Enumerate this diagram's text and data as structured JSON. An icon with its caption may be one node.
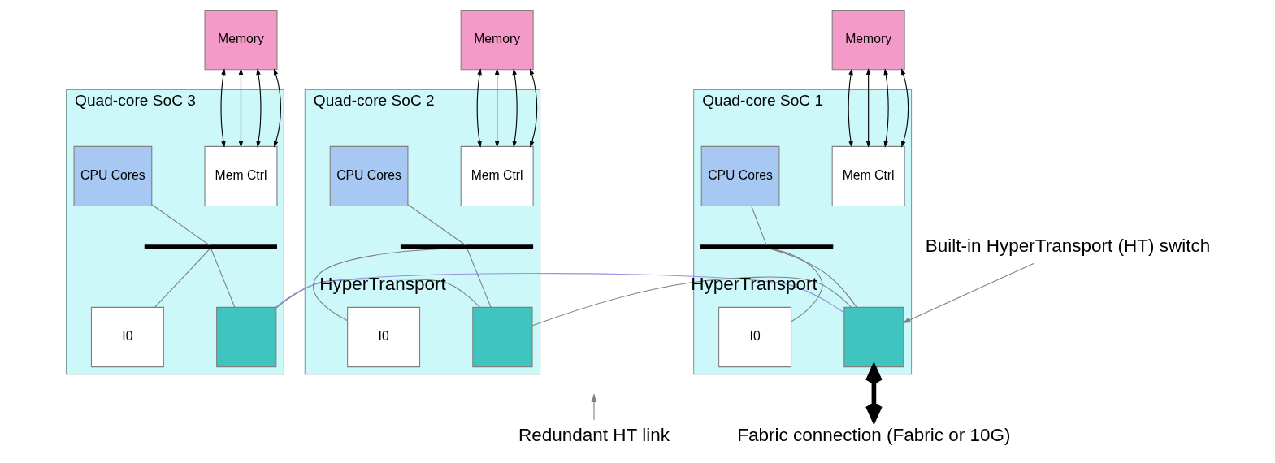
{
  "diagram": {
    "nodes": [
      {
        "text": [
          "Quad-core SoC 3"
        ]
      },
      {
        "text": [
          "Memory"
        ]
      },
      {
        "text": [
          "CPU Cores"
        ],
        "in": 0
      },
      {
        "text": [
          "Mem Ctrl"
        ],
        "in": 0
      },
      {
        "text": [],
        "shape": "bar",
        "in": 0
      },
      {
        "text": [],
        "shape": "box",
        "in": 0
      },
      {
        "text": [
          "I0"
        ],
        "in": 0
      },
      {
        "text": [
          "Quad-core SoC 2"
        ]
      },
      {
        "text": [
          "Memory"
        ]
      },
      {
        "text": [
          "CPU Cores"
        ],
        "in": 7
      },
      {
        "text": [
          "Mem Ctrl"
        ],
        "in": 7
      },
      {
        "text": [],
        "shape": "bar",
        "in": 7
      },
      {
        "text": [],
        "shape": "box",
        "in": 7
      },
      {
        "text": [
          "I0"
        ],
        "in": 7
      },
      {
        "text": [
          "Quad-core SoC 1"
        ]
      },
      {
        "text": [
          "Memory"
        ]
      },
      {
        "text": [
          "CPU Cores"
        ],
        "in": 14
      },
      {
        "text": [
          "Mem Ctrl"
        ],
        "in": 14
      },
      {
        "text": [],
        "shape": "bar",
        "in": 14
      },
      {
        "text": [],
        "shape": "box",
        "in": 14
      },
      {
        "text": [
          "I0"
        ],
        "in": 14
      },
      {
        "text": [
          "Built-in HyperTransport (HT) switch"
        ]
      },
      {
        "text": [
          "Redundant HT link"
        ]
      },
      {
        "text": [
          "Fabric connection (Fabric or 10G)"
        ]
      }
    ],
    "edges": [
      {
        "from": 1,
        "to": 3,
        "arrow": "both"
      },
      {
        "from": 1,
        "to": 3,
        "arrow": "both"
      },
      {
        "from": 1,
        "to": 3,
        "arrow": "both"
      },
      {
        "from": 1,
        "to": 3,
        "arrow": "both"
      },
      {
        "from": 2,
        "to": 4,
        "arrow": "none",
        "color": "#808080"
      },
      {
        "from": 4,
        "to": 5,
        "arrow": "none",
        "color": "#808080"
      },
      {
        "from": 4,
        "to": 6,
        "arrow": "none",
        "color": "#808080"
      },
      {
        "from": 8,
        "to": 10,
        "arrow": "both"
      },
      {
        "from": 8,
        "to": 10,
        "arrow": "both"
      },
      {
        "from": 8,
        "to": 10,
        "arrow": "both"
      },
      {
        "from": 8,
        "to": 10,
        "arrow": "both"
      },
      {
        "from": 9,
        "to": 11,
        "arrow": "none",
        "color": "#808080"
      },
      {
        "from": 11,
        "to": 12,
        "arrow": "none",
        "color": "#808080"
      },
      {
        "from": 11,
        "to": 13,
        "arrow": "none",
        "color": "#808080"
      },
      {
        "from": 15,
        "to": 17,
        "arrow": "both"
      },
      {
        "from": 15,
        "to": 17,
        "arrow": "both"
      },
      {
        "from": 15,
        "to": 17,
        "arrow": "both"
      },
      {
        "from": 15,
        "to": 17,
        "arrow": "both"
      },
      {
        "from": 16,
        "to": 18,
        "arrow": "none",
        "color": "#808080"
      },
      {
        "from": 18,
        "to": 19,
        "arrow": "none",
        "color": "#808080"
      },
      {
        "from": 18,
        "to": 20,
        "arrow": "none",
        "color": "#808080"
      },
      {
        "from": 5,
        "to": 12,
        "arrow": "none",
        "label": "HyperTransport",
        "color": "#808080"
      },
      {
        "from": 12,
        "to": 19,
        "arrow": "none",
        "label": "HyperTransport",
        "color": "#808080"
      },
      {
        "from": 5,
        "to": 19,
        "arrow": "none",
        "color": "#9a8fe0"
      },
      {
        "from": 21,
        "to": 19,
        "arrow": "to",
        "color": "#808080"
      },
      {
        "from": 22,
        "to": null,
        "arrow": "to",
        "color": "#808080"
      },
      {
        "from": 19,
        "to": 23,
        "arrow": "both",
        "style": "thick"
      }
    ]
  }
}
